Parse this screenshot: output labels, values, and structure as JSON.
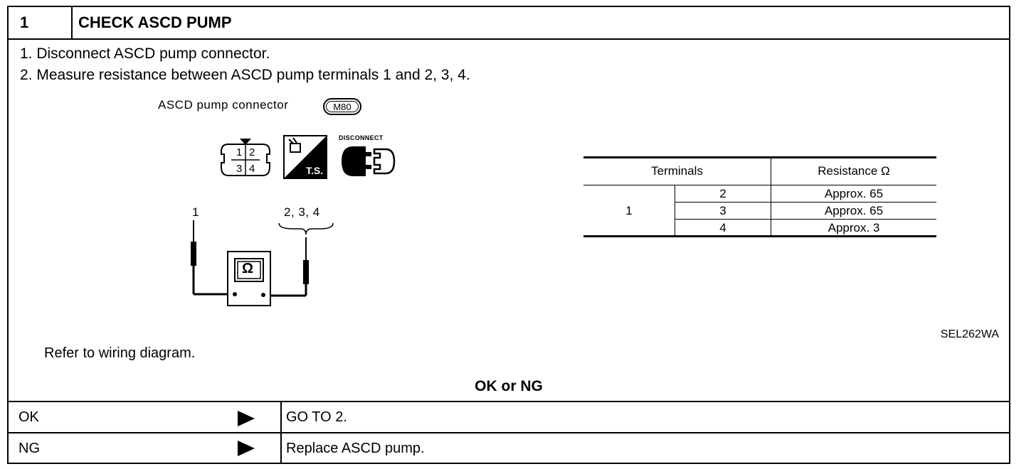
{
  "header": {
    "step_number": "1",
    "title": "CHECK ASCD PUMP"
  },
  "steps": [
    "1.  Disconnect ASCD pump connector.",
    "2.  Measure resistance between ASCD pump terminals 1 and 2, 3, 4."
  ],
  "figure": {
    "connector_label": "ASCD pump connector",
    "connector_code": "M80",
    "connector_pins": [
      "1",
      "2",
      "3",
      "4"
    ],
    "ts_label": "T.S.",
    "disconnect_label": "DISCONNECT",
    "probe_left_label": "1",
    "probe_right_label": "2, 3, 4",
    "meter_symbol": "Ω",
    "figure_code": "SEL262WA"
  },
  "table": {
    "headers": [
      "Terminals",
      "Resistance Ω"
    ],
    "from_terminal": "1",
    "rows": [
      {
        "to": "2",
        "value": "Approx. 65"
      },
      {
        "to": "3",
        "value": "Approx. 65"
      },
      {
        "to": "4",
        "value": "Approx. 3"
      }
    ]
  },
  "note": "Refer to wiring diagram.",
  "result_label": "OK or NG",
  "outcomes": [
    {
      "label": "OK",
      "action": "GO TO 2."
    },
    {
      "label": "NG",
      "action": "Replace ASCD pump."
    }
  ]
}
